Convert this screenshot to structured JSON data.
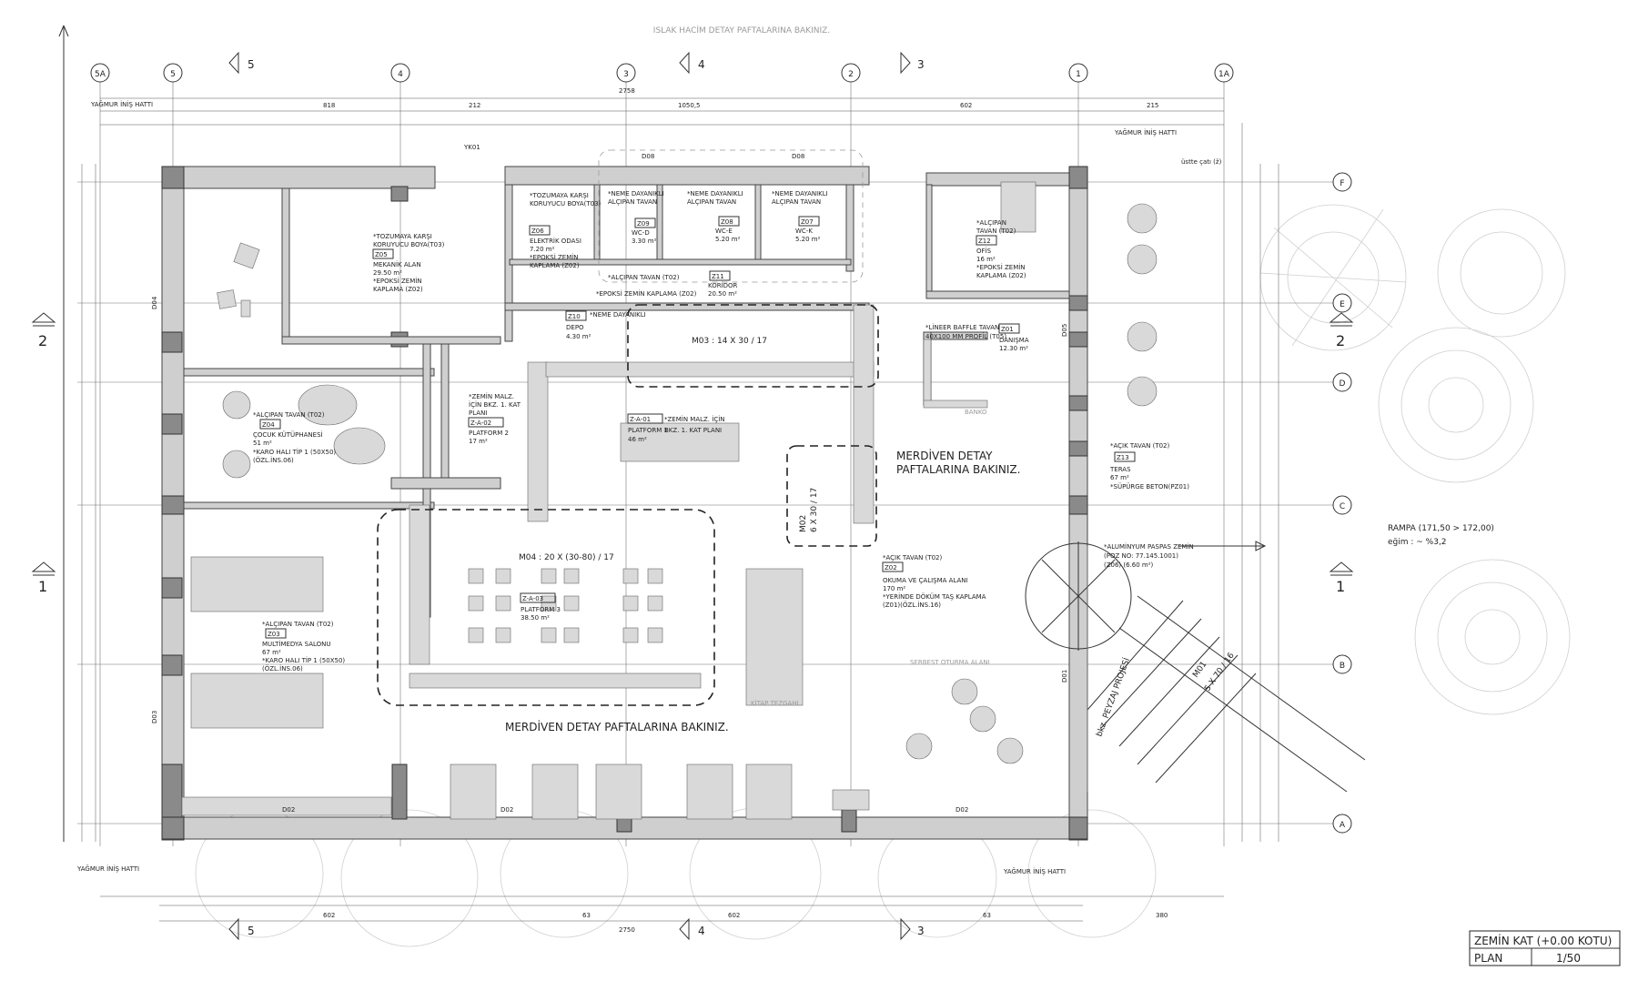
{
  "top_note": "ISLAK HACİM DETAY PAFTALARINA BAKINIZ.",
  "grid_top": [
    "5A",
    "5",
    "4",
    "3",
    "2",
    "1",
    "1A"
  ],
  "grid_side": [
    "F",
    "E",
    "D",
    "C",
    "B",
    "A"
  ],
  "section_marks": {
    "s5": "5",
    "s4": "4",
    "s3": "3",
    "s2": "2",
    "s1": "1"
  },
  "rain_pipe": "YAĞMUR İNİŞ HATTI",
  "usthe": "üstte çatı (ž)",
  "rooms": {
    "z05": {
      "code": "Z05",
      "pre": "*TOZUMAYA KARŞI",
      "pre2": "KORUYUCU BOYA(T03)",
      "name": "MEKANİK ALAN",
      "area": "29.50 m²",
      "note1": "*EPOKSİ ZEMİN",
      "note2": "KAPLAMA (Z02)"
    },
    "z06": {
      "code": "Z06",
      "pre": "*TOZUMAYA KARŞI",
      "pre2": "KORUYUCU BOYA(T03)",
      "name": "ELEKTRİK ODASI",
      "area": "7.20 m²",
      "note1": "*EPOKSİ ZEMİN",
      "note2": "KAPLAMA (Z02)"
    },
    "z09": {
      "code": "Z09",
      "pre": "*NEME DAYANIKLI",
      "pre2": "ALÇIPAN TAVAN",
      "name": "WC-D",
      "area": "3.30 m²"
    },
    "z08": {
      "code": "Z08",
      "pre": "*NEME DAYANIKLI",
      "pre2": "ALÇIPAN TAVAN",
      "name": "WC-E",
      "area": "5.20 m²"
    },
    "z07": {
      "code": "Z07",
      "pre": "*NEME DAYANIKLI",
      "pre2": "ALÇIPAN TAVAN",
      "name": "WC-K",
      "area": "5.20 m²"
    },
    "z11": {
      "code": "Z11",
      "pre": "*ALÇIPAN TAVAN (T02)",
      "name": "KORİDOR",
      "area": "20.50 m²",
      "note1": "*EPOKSİ ZEMİN KAPLAMA (Z02)"
    },
    "z10": {
      "code": "Z10",
      "pre": "*NEME DAYANIKLI",
      "name": "DEPO",
      "area": "4.30 m²"
    },
    "z12": {
      "code": "Z12",
      "pre": "*ALÇIPAN",
      "pre2": "TAVAN (T02)",
      "name": "OFİS",
      "area": "16 m²",
      "note1": "*EPOKSİ ZEMİN",
      "note2": "KAPLAMA (Z02)"
    },
    "z01": {
      "code": "Z01",
      "pre": "*LİNEER BAFFLE TAVAN",
      "pre2": "40X100 MM PROFİL  (T05)",
      "name": "DANIŞMA",
      "area": "12.30 m²"
    },
    "z04": {
      "code": "Z04",
      "pre": "*ALÇIPAN TAVAN (T02)",
      "name": "ÇOCUK KÜTÜPHANESİ",
      "area": "51 m²",
      "note1": "*KARO HALI TİP 1 (50X50)",
      "note2": "(ÖZL.İNS.06)"
    },
    "z03": {
      "code": "Z03",
      "pre": "*ALÇIPAN TAVAN (T02)",
      "name": "MULTİMEDYA SALONU",
      "area": "67 m²",
      "note1": "*KARO HALI TİP 1 (50X50)",
      "note2": "(ÖZL.İNS.06)"
    },
    "z02": {
      "code": "Z02",
      "pre": "*AÇIK TAVAN (T02)",
      "name": "OKUMA VE ÇALIŞMA ALANI",
      "area": "170 m²",
      "note1": "*YERİNDE DÖKÜM TAŞ KAPLAMA",
      "note2": "(Z01)(ÖZL.İNS.16)"
    },
    "z13": {
      "code": "Z13",
      "pre": "*AÇIK TAVAN (T02)",
      "name": "TERAS",
      "area": "67 m²",
      "note1": "*SÜPÜRGE BETON(PZ01)"
    }
  },
  "platforms": {
    "za01": {
      "code": "Z-A-01",
      "name": "PLATFORM 1",
      "note": "*ZEMİN MALZ. İÇİN",
      "note2": "BKZ. 1. KAT PLANI",
      "area": "46 m²"
    },
    "za02": {
      "code": "Z-A-02",
      "name": "PLATFORM 2",
      "note": "*ZEMİN MALZ.",
      "note2": "İÇİN BKZ. 1. KAT",
      "note3": "PLANI",
      "area": "17 m²"
    },
    "za03": {
      "code": "Z-A-03",
      "name": "PLATFORM 3",
      "area": "38.50 m²"
    }
  },
  "stairs": {
    "m03": "M03 : 14 X 30 / 17",
    "m04": "M04 : 20 X (30-80) / 17",
    "m02a": "M02",
    "m02b": "6 X 30 / 17",
    "m01a": "M01",
    "m01b": "5 X 70 / 16"
  },
  "merdiven_1a": "MERDİVEN DETAY",
  "merdiven_1b": "PAFTALARINA BAKINIZ.",
  "merdiven_2": "MERDİVEN DETAY PAFTALARINA BAKINIZ.",
  "banko": "BANKO",
  "kitap": "KİTAP TEZGAHI",
  "serbest": "SERBEST OTURMA ALANI",
  "peyzaj": "bkz. PEYZAJ PROJESİ",
  "rampa1": "RAMPA  (171,50 > 172,00)",
  "rampa2": "eğim : ~ %3,2",
  "paspas1": "*ALUMİNYUM PASPAS ZEMİN",
  "paspas2": "(POZ NO: 77.145.1001)",
  "paspas3": "(Z06) (6.60 m²)",
  "title": {
    "name": "ZEMİN KAT (+0.00 KOTU)",
    "type": "PLAN",
    "scale": "1/50"
  },
  "dims_top": [
    "818",
    "212",
    "1050,5",
    "602",
    "215",
    "2758"
  ],
  "dims_bot": [
    "602",
    "63",
    "602",
    "63",
    "380",
    "2750"
  ],
  "door_tags": {
    "d08a": "D08",
    "d08b": "D08",
    "d02a": "D02",
    "d02b": "D02",
    "d02c": "D02",
    "d03": "D03",
    "d04": "D04",
    "d05": "D05",
    "d01": "D01",
    "yk01": "YK01"
  }
}
